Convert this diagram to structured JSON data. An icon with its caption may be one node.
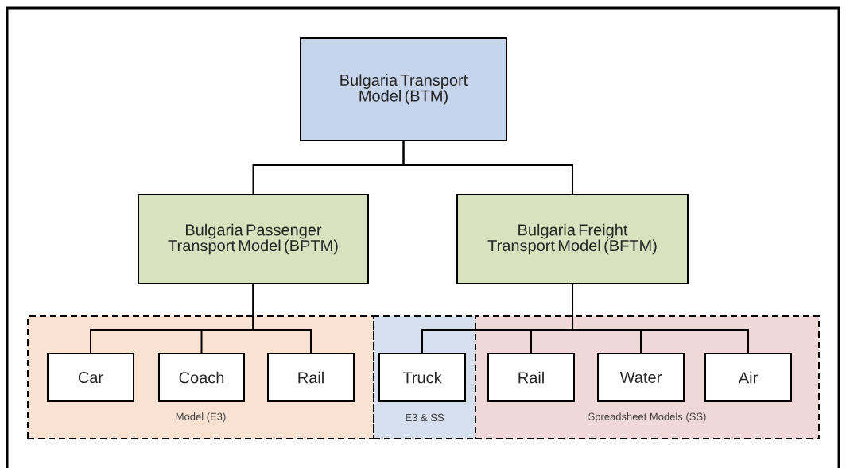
{
  "diagram": {
    "nodes": [
      {
        "text": [
          "Bulgaria Transport Model (BTM)"
        ]
      },
      {
        "text": [
          "Bulgaria Passenger Transport Model (BPTM)"
        ]
      },
      {
        "text": [
          "Bulgaria Freight Transport Model (BFTM)"
        ]
      },
      {
        "text": [
          "Model (E3)"
        ]
      },
      {
        "text": [
          "Car"
        ],
        "in": 3
      },
      {
        "text": [
          "Coach"
        ],
        "in": 3
      },
      {
        "text": [
          "Rail"
        ],
        "in": 3
      },
      {
        "text": [
          "E3 & SS"
        ]
      },
      {
        "text": [
          "Truck"
        ],
        "in": 7
      },
      {
        "text": [
          "Spreadsheet Models (SS)"
        ]
      },
      {
        "text": [
          "Rail"
        ],
        "in": 9
      },
      {
        "text": [
          "Water"
        ],
        "in": 9
      },
      {
        "text": [
          "Air"
        ],
        "in": 9
      }
    ],
    "edges": [
      {
        "from": 0,
        "to": 1,
        "arrow": "none"
      },
      {
        "from": 0,
        "to": 2,
        "arrow": "none"
      },
      {
        "from": 1,
        "to": 4,
        "arrow": "none"
      },
      {
        "from": 1,
        "to": 5,
        "arrow": "none"
      },
      {
        "from": 1,
        "to": 6,
        "arrow": "none"
      },
      {
        "from": 2,
        "to": 8,
        "arrow": "none"
      },
      {
        "from": 2,
        "to": 10,
        "arrow": "none"
      },
      {
        "from": 2,
        "to": 11,
        "arrow": "none"
      },
      {
        "from": 2,
        "to": 12,
        "arrow": "none"
      }
    ]
  }
}
